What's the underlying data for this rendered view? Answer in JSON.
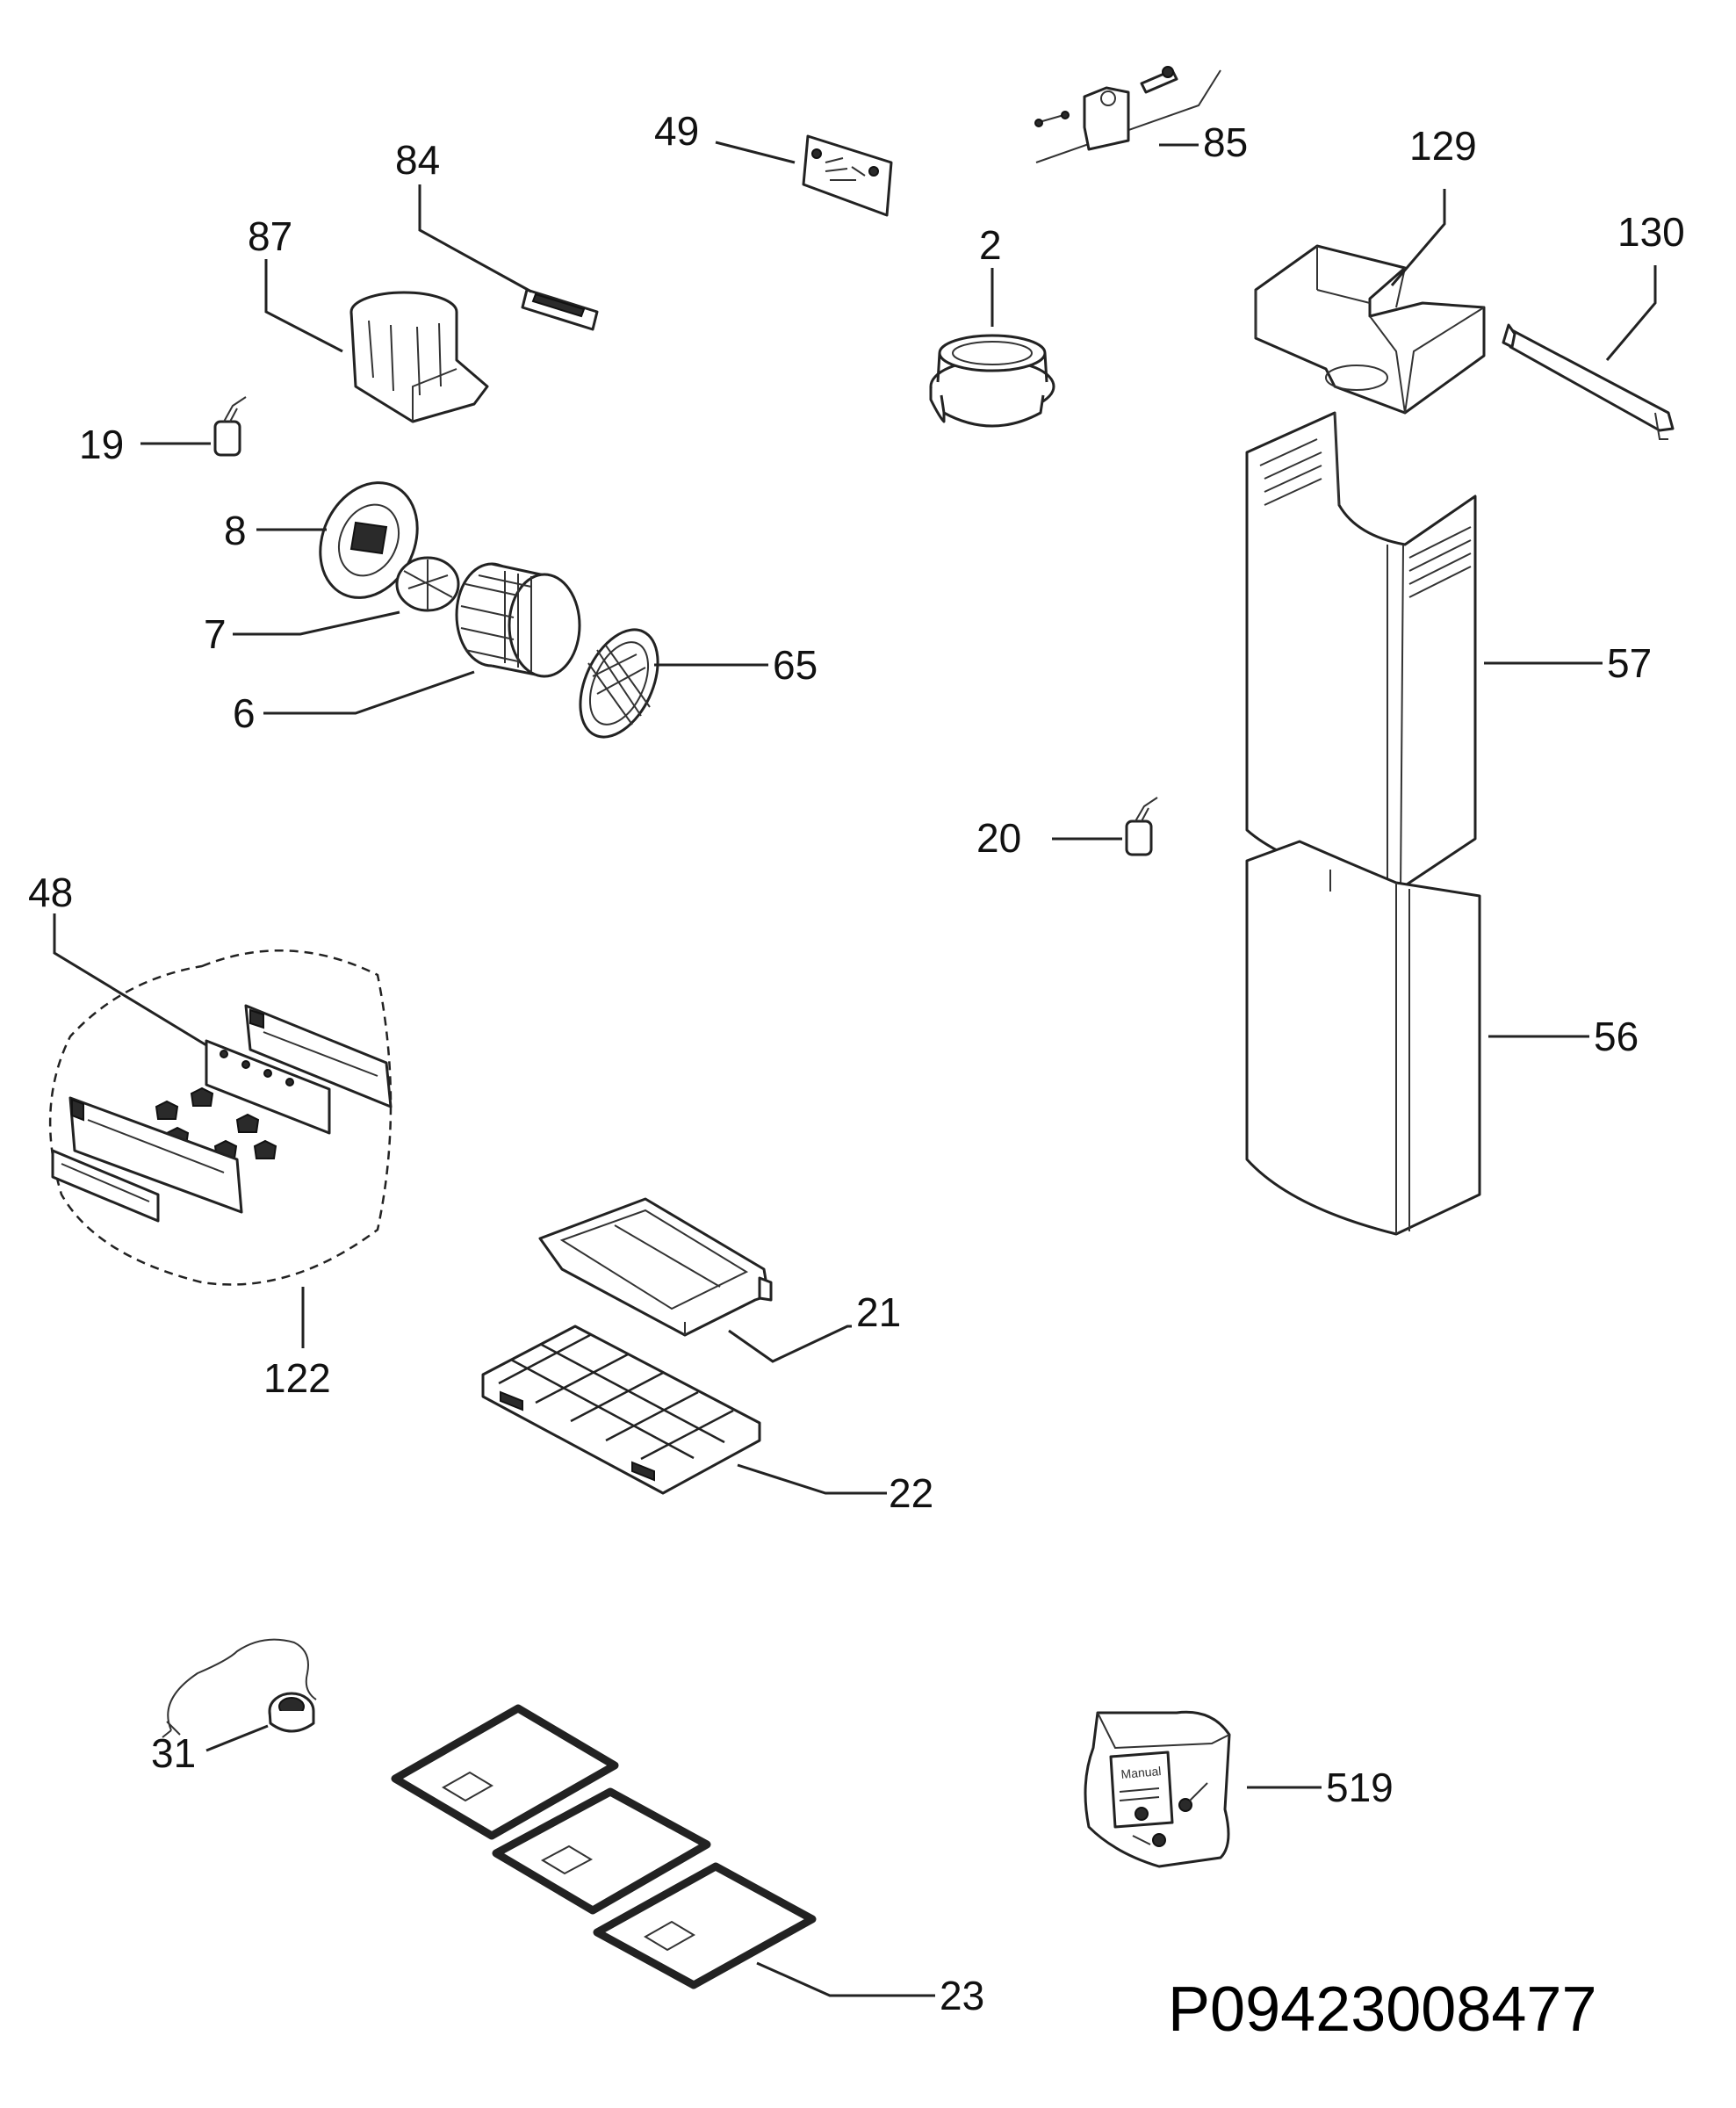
{
  "diagram": {
    "document_code": "P09423008477",
    "manual_text": "Manual",
    "labels": {
      "p2": "2",
      "p6": "6",
      "p7": "7",
      "p8": "8",
      "p19": "19",
      "p20": "20",
      "p21": "21",
      "p22": "22",
      "p23": "23",
      "p31": "31",
      "p48": "48",
      "p49": "49",
      "p56": "56",
      "p57": "57",
      "p65": "65",
      "p84": "84",
      "p85": "85",
      "p87": "87",
      "p122": "122",
      "p129": "129",
      "p130": "130",
      "p519": "519"
    }
  }
}
